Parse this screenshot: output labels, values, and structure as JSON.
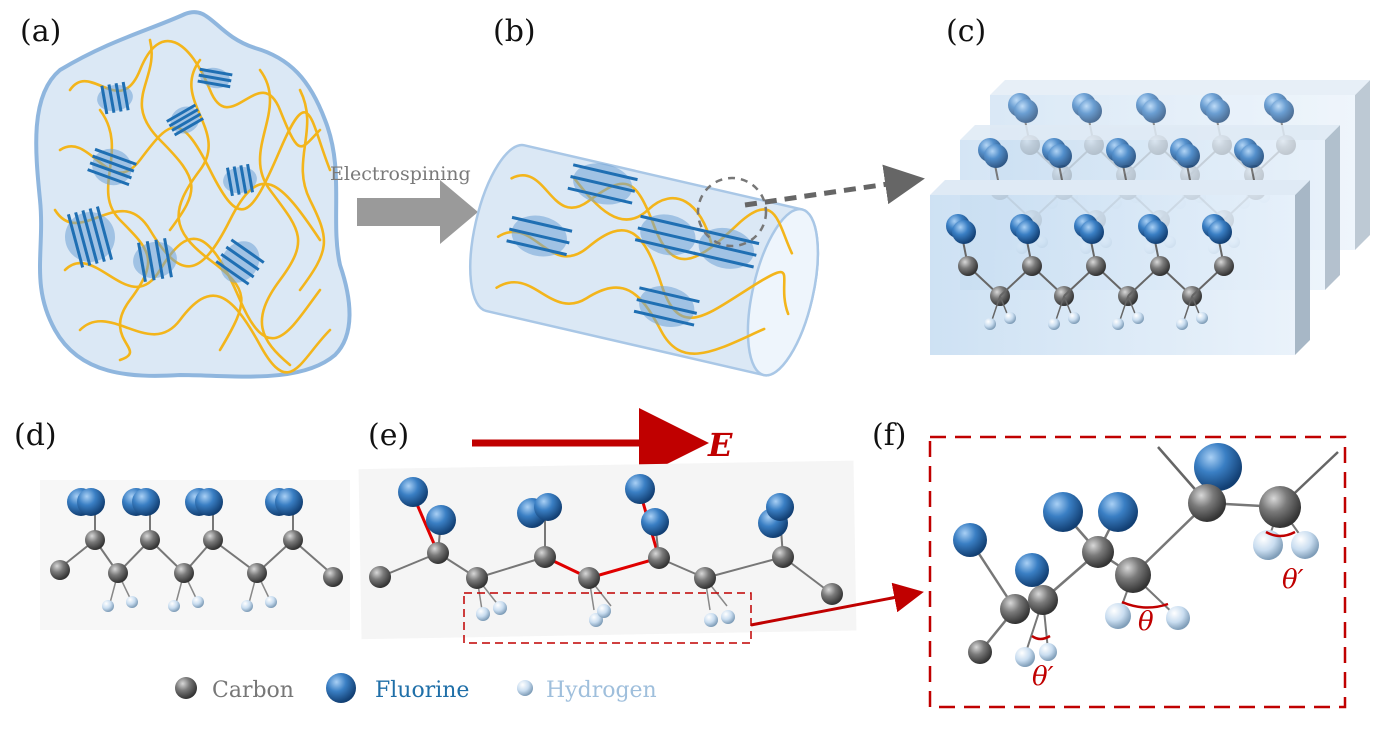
{
  "panels": {
    "a": "(a)",
    "b": "(b)",
    "c": "(c)",
    "d": "(d)",
    "e": "(e)",
    "f": "(f)"
  },
  "process_label": "Electrospining",
  "field_label": "E",
  "angles": {
    "theta": "θ",
    "theta_prime": "θ′"
  },
  "legend": {
    "carbon": "Carbon",
    "fluorine": "Fluorine",
    "hydrogen": "Hydrogen"
  },
  "colors": {
    "carbon": "#6f6f6f",
    "fluorine": "#3a7fc4",
    "hydrogen": "#c9ddf0",
    "chain": "#f3b51b",
    "crystal": "#1f6fb3",
    "field": "#c00000",
    "membrane": "#d9e7f5",
    "arrow": "#9a9a9a"
  }
}
